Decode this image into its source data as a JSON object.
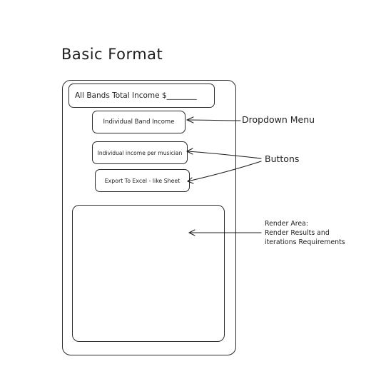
{
  "title": "Basic Format",
  "mockup": {
    "total_income_label": "All Bands Total Income $________",
    "dropdown_label": "Individual Band Income",
    "button_musician_label": "Individual income per musician",
    "button_export_label": "Export To Excel - like Sheet"
  },
  "annotations": {
    "dropdown": "Dropdown Menu",
    "buttons": "Buttons",
    "render_line1": "Render Area:",
    "render_line2": "Render Results and",
    "render_line3": "iterations Requirements"
  },
  "colors": {
    "stroke": "#1e1e1e",
    "background": "#ffffff"
  }
}
